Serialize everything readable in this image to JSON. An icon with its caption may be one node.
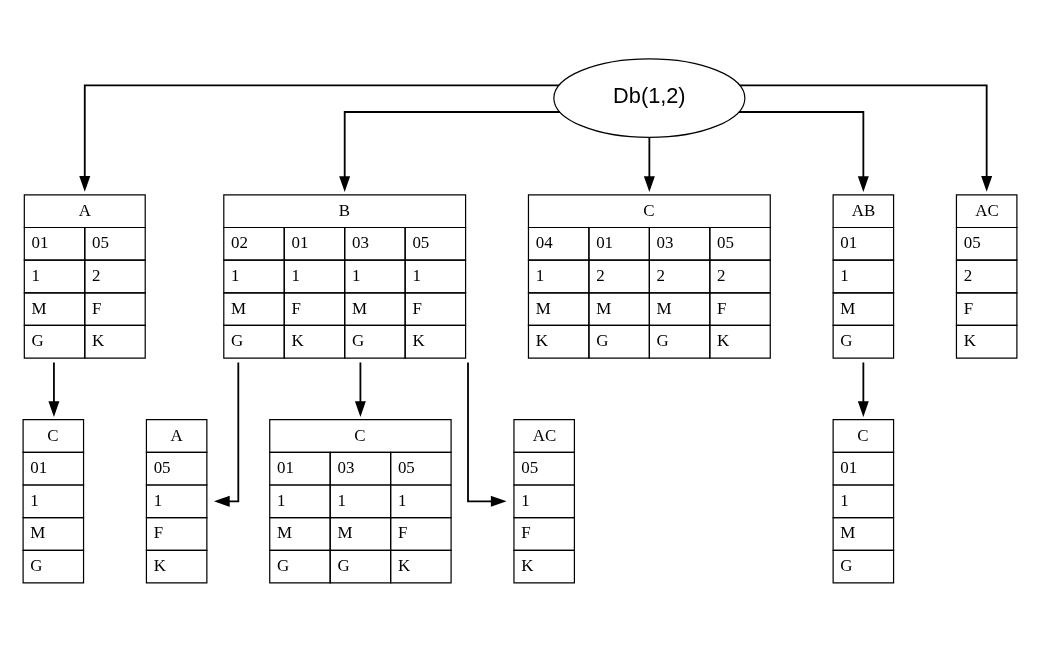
{
  "diagram": {
    "nodes": [
      {
        "text": [
          "Db(1,2)"
        ]
      },
      {
        "text": [
          "A",
          "01",
          "05",
          "1",
          "2",
          "M",
          "F",
          "G",
          "K"
        ]
      },
      {
        "text": [
          "B",
          "02",
          "01",
          "03",
          "05",
          "1",
          "1",
          "1",
          "1",
          "M",
          "F",
          "M",
          "F",
          "G",
          "K",
          "G",
          "K"
        ]
      },
      {
        "text": [
          "C",
          "04",
          "01",
          "03",
          "05",
          "1",
          "2",
          "2",
          "2",
          "M",
          "M",
          "M",
          "F",
          "K",
          "G",
          "G",
          "K"
        ]
      },
      {
        "text": [
          "AB",
          "01",
          "1",
          "M",
          "G"
        ]
      },
      {
        "text": [
          "AC",
          "05",
          "2",
          "F",
          "K"
        ]
      },
      {
        "text": [
          "C",
          "01",
          "1",
          "M",
          "G"
        ]
      },
      {
        "text": [
          "A",
          "05",
          "1",
          "F",
          "K"
        ]
      },
      {
        "text": [
          "C",
          "01",
          "03",
          "05",
          "1",
          "1",
          "1",
          "M",
          "M",
          "F",
          "G",
          "G",
          "K"
        ]
      },
      {
        "text": [
          "AC",
          "05",
          "1",
          "F",
          "K"
        ]
      },
      {
        "text": [
          "C",
          "01",
          "1",
          "M",
          "G"
        ]
      }
    ],
    "edges": [
      {
        "from": 0,
        "to": 1,
        "arrow": "to"
      },
      {
        "from": 0,
        "to": 2,
        "arrow": "to"
      },
      {
        "from": 0,
        "to": 3,
        "arrow": "to"
      },
      {
        "from": 0,
        "to": 4,
        "arrow": "to"
      },
      {
        "from": 0,
        "to": 5,
        "arrow": "to"
      },
      {
        "from": 1,
        "to": 6,
        "arrow": "to"
      },
      {
        "from": 2,
        "to": 7,
        "arrow": "to"
      },
      {
        "from": 2,
        "to": 8,
        "arrow": "to"
      },
      {
        "from": 2,
        "to": 9,
        "arrow": "to"
      },
      {
        "from": 4,
        "to": 10,
        "arrow": "to"
      }
    ]
  }
}
